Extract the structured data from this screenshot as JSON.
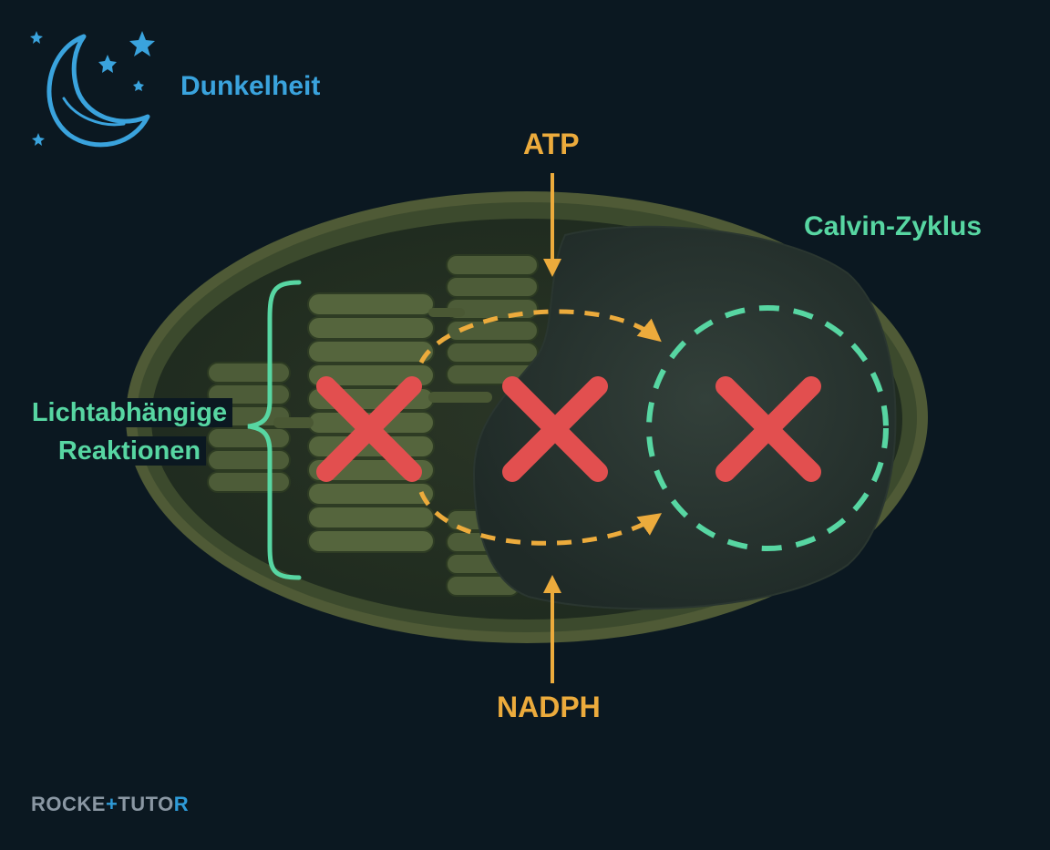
{
  "header": {
    "condition_label": "Dunkelheit",
    "condition_icon": "moon-stars-icon"
  },
  "labels": {
    "atp": "ATP",
    "nadph": "NADPH",
    "calvin_cycle": "Calvin-Zyklus",
    "light_reactions_line1": "Lichtabhängige",
    "light_reactions_line2": "Reaktionen"
  },
  "blocked_markers": {
    "count": 3,
    "icon": "red-x-icon"
  },
  "brand": {
    "part1": "ROCKE",
    "accent": "+",
    "part2": "TUTO",
    "accent2": "R"
  },
  "colors": {
    "background": "#0b1821",
    "dark_label": "#3aa3dd",
    "atp_nadph": "#ecab3c",
    "calvin_and_light": "#57d6a2",
    "blocked_x": "#e24f4f"
  }
}
